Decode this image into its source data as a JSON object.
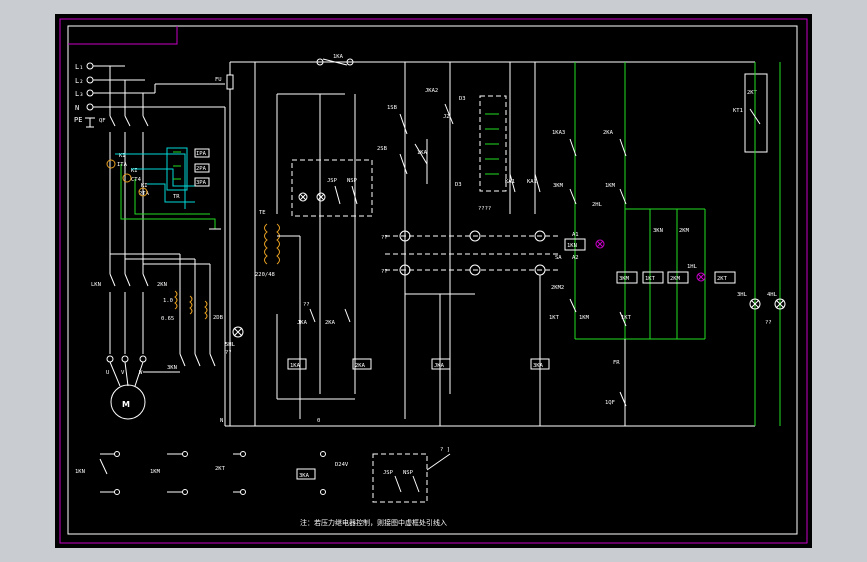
{
  "colors": {
    "background": "#000000",
    "outer_bg": "#c9cdd1",
    "wire": "#ffffff",
    "control_wire": "#22dd22",
    "current_transformer": "#00d8d8",
    "transformer": "#e8a020",
    "frame": "#c800c8",
    "lamp": "#c800c8"
  },
  "labels": {
    "L1": "L₁",
    "L2": "L₂",
    "L3": "L₃",
    "N": "N",
    "PE": "PE",
    "QF": "QF",
    "FU": "FU",
    "TE": "TE",
    "TE_ratio": "220/48",
    "LKN": "LKN",
    "2KN": "2KN",
    "3KN": "3KN",
    "2DB": "2DB",
    "tap10": "1.0",
    "tap065": "0.65",
    "KI": "KI",
    "ITA": "ITA",
    "KI2": "KI",
    "CT4": "CT4",
    "KI3": "KI",
    "2TA": "2TA",
    "TR": "TR",
    "IPA": "IPA",
    "2PA": "2PA",
    "3PA": "3PA",
    "motor": "M",
    "U": "U",
    "V": "V",
    "W": "W",
    "5HL": "5HL",
    "1SB": "1SB",
    "2SB": "2SB",
    "1KA": "1KA",
    "2KA": "2KA",
    "JKA2": "JKA2",
    "J2": "J2",
    "JKA": "JKA",
    "1JSP": "JSP",
    "1NSP": "NSP",
    "KA1": "KA1",
    "D3": "D3",
    "SA": "SA",
    "JKA_coil": "JKA",
    "1KA_coil": "1KA",
    "2KA_coil": "2KA",
    "3KA": "3KA",
    "1KA3": "1KA3",
    "3KM": "3KM",
    "1KM": "1KM",
    "2HL": "2HL",
    "1KN_coil": "1KN",
    "3KM_coil": "3KM",
    "1KT_coil": "1KT",
    "2KM_coil": "2KM",
    "2KT_coil": "2KT",
    "2KM1": "2KM",
    "1HL": "1HL",
    "2KM2": "2KM2",
    "1KT": "1KT",
    "1KM2": "1KM",
    "1KT2": "1KT",
    "FR": "FR",
    "1QF": "1QF",
    "2KT_top": "2KT",
    "3HL": "3HL",
    "4HL": "4HL",
    "KT1": "KT1",
    "b_1KN": "1KN",
    "b_1KM": "1KM",
    "b_2KT": "2KT",
    "b_3KA": "3KA",
    "b_D24V": "D24V",
    "b_JSP": "JSP",
    "b_NSP": "NSP",
    "qmark": "??",
    "qmark4": "????",
    "qmark1": "? ]",
    "A1": "A1",
    "A2": "A2",
    "wire_N": "N",
    "wire_0": "0"
  },
  "note": "注：若压力继电器控制，则接图中虚框处引线入"
}
